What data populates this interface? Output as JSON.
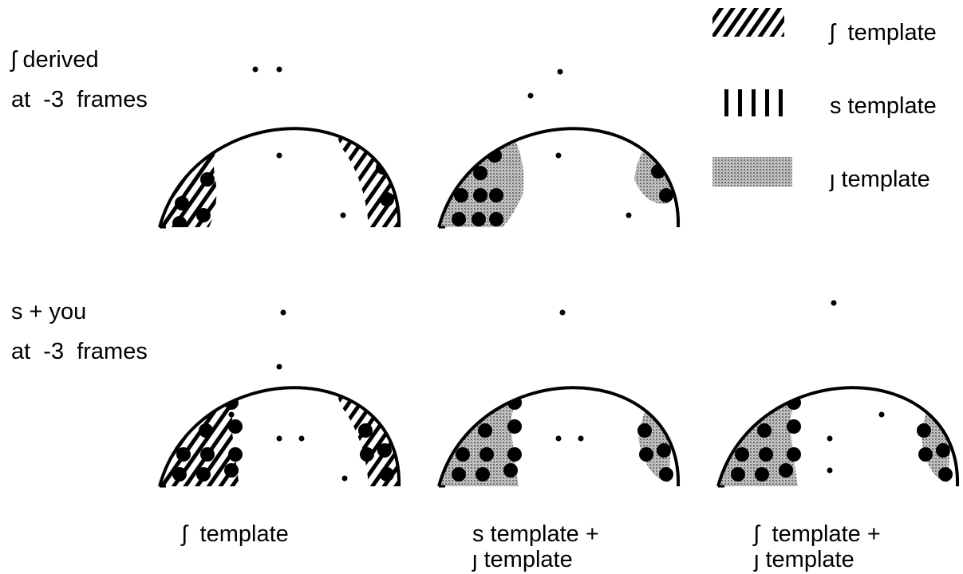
{
  "row_labels": [
    {
      "line1": "ʃ derived",
      "line2": "at  -3  frames"
    },
    {
      "line1": "s + you",
      "line2": "at  -3  frames"
    }
  ],
  "legend": [
    {
      "pattern": "hatch",
      "label": "ʃ  template"
    },
    {
      "pattern": "vertical",
      "label": "s template"
    },
    {
      "pattern": "stipple",
      "label": "ȷ template"
    }
  ],
  "captions": [
    {
      "line1": "ʃ  template",
      "line2": ""
    },
    {
      "line1": "s template +",
      "line2": "ȷ template"
    },
    {
      "line1": "ʃ  template +",
      "line2": "ȷ template"
    }
  ],
  "colors": {
    "ink": "#000000",
    "stipple": "#9a9a9a",
    "paper": "#ffffff"
  }
}
